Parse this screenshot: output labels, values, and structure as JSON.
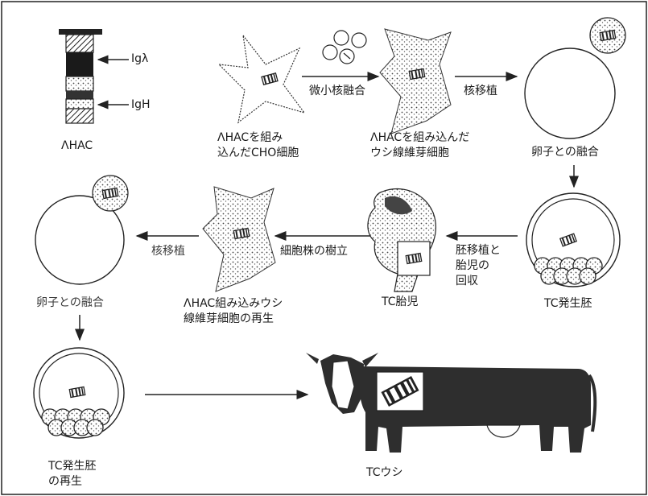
{
  "chromosome": {
    "caption": "ΛHAC",
    "marker_upper": "Igλ",
    "marker_lower": "IgH"
  },
  "row1": {
    "cho_cell_line1": "ΛHACを組み",
    "cho_cell_line2": "込んだCHO細胞",
    "step_microcell_fusion": "微小核融合",
    "fibroblast_line1": "ΛHACを組み込んだ",
    "fibroblast_line2": "ウシ線維芽細胞",
    "step_nuclear_transfer": "核移植",
    "egg_fusion": "卵子との融合"
  },
  "row2": {
    "tc_embryo": "TC発生胚",
    "step_embryo_transfer_line1": "胚移植と",
    "step_embryo_transfer_line2": "胎児の",
    "step_embryo_transfer_line3": "回収",
    "tc_fetus": "TC胎児",
    "step_cell_line": "細胞株の樹立",
    "regen_fibroblast_line1": "ΛHAC組み込みウシ",
    "regen_fibroblast_line2": "線維芽細胞の再生",
    "step_nuclear_transfer_2": "核移植",
    "egg_fusion_2": "卵子との融合"
  },
  "row3": {
    "tc_embryo_regen_line1": "TC発生胚",
    "tc_embryo_regen_line2": "の再生",
    "tc_cow": "TCウシ"
  }
}
